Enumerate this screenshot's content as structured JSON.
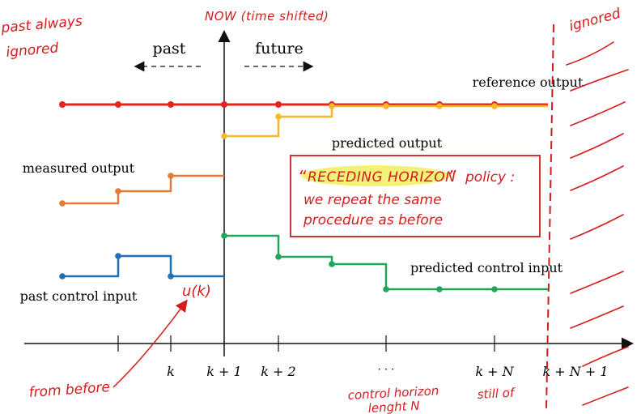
{
  "colors": {
    "reference": "#e8231e",
    "predicted_output": "#f5b82a",
    "measured_output": "#e07b3a",
    "past_input": "#1f6fb5",
    "predicted_input": "#20a65a",
    "annotation": "#d41c1c",
    "axis": "#111111",
    "highlight": "#f3ef6a"
  },
  "labels": {
    "now": "NOW (time shifted)",
    "past_ignored_line1": "past always",
    "past_ignored_line2": "ignored",
    "ignored": "ignored",
    "past": "past",
    "future": "future",
    "reference_output": "reference output",
    "predicted_output": "predicted output",
    "measured_output": "measured output",
    "predicted_control_input": "predicted control input",
    "past_control_input": "past control input",
    "u_k": "u(k)",
    "from_before": "from before",
    "control_horizon_line1": "control horizon",
    "control_horizon_line2": "lenght N",
    "still_of": "still of"
  },
  "policy_box": {
    "quote_open": "“",
    "highlight": "RECEDING HORIZON",
    "quote_close": "”",
    "suffix": "policy :",
    "line2": "we repeat the same",
    "line3": "procedure as before"
  },
  "ticks": [
    "k",
    "k + 1",
    "k + 2",
    "· · ·",
    "k + N",
    "k + N + 1"
  ]
}
